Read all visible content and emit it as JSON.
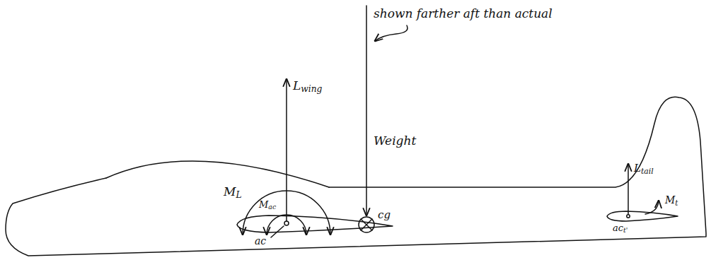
{
  "diagram": {
    "labels": [
      "shown farther aft than actual",
      "Lwing",
      "Weight",
      "ML",
      "Mac",
      "ac",
      "cg",
      "Ltail",
      "Mt",
      "act'"
    ]
  }
}
